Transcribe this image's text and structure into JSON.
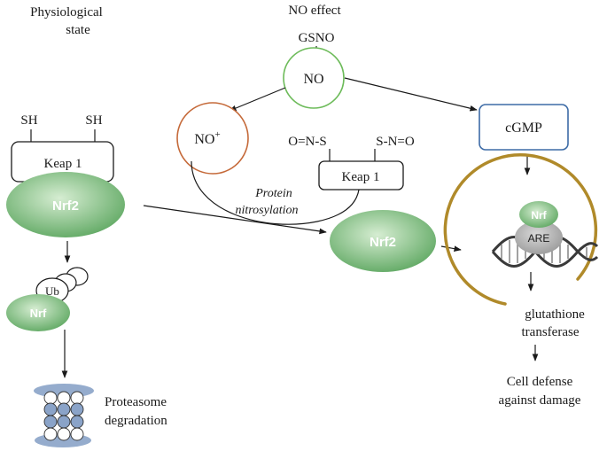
{
  "headers": {
    "physiological_line1": "Physiological",
    "physiological_line2": "state",
    "no_effect": "NO effect"
  },
  "nodes": {
    "gsno": "GSNO",
    "no": "NO",
    "no_plus": "NO",
    "no_plus_sup": "+",
    "cgmp": "cGMP",
    "sh_left": "SH",
    "sh_right": "SH",
    "keap1_left": "Keap 1",
    "keap1_nitro": "Keap 1",
    "ons_left": "O=N-S",
    "sno_right": "S-N=O",
    "nrf2_left": "Nrf2",
    "nrf2_center": "Nrf2",
    "ub": "Ub",
    "nrf_ub": "Nrf",
    "nrf_nucleus": "Nrf",
    "are": "ARE"
  },
  "labels": {
    "protein": "Protein",
    "nitrosylation": "nitrosylation",
    "glutathione": "glutathione",
    "transferase": "transferase",
    "cell_defense": "Cell defense",
    "against_damage": "against damage",
    "proteasome": "Proteasome",
    "degradation": "degradation"
  },
  "colors": {
    "nrf_green_light": "#c9e6c4",
    "nrf_green_dark": "#5fa862",
    "no_circle": "#6dbb5a",
    "no_plus_circle": "#c56a3a",
    "cgmp_box": "#3d6ba6",
    "nucleus_arc": "#b08a2a",
    "are_gray": "#a9a9a9",
    "proteasome_blue": "#8aa3c8"
  }
}
